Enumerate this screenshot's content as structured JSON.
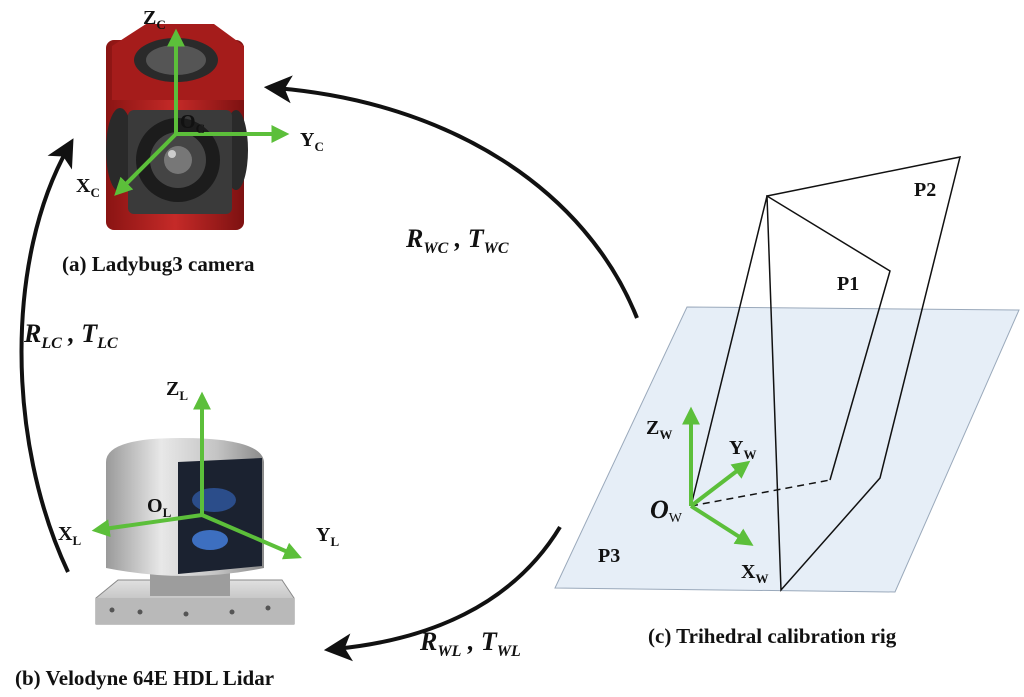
{
  "captions": {
    "camera": "(a) Ladybug3 camera",
    "lidar": "(b) Velodyne 64E HDL Lidar",
    "rig": "(c) Trihedral calibration rig"
  },
  "camera_frame": {
    "z": "Z",
    "z_sub": "C",
    "y": "Y",
    "y_sub": "C",
    "x": "X",
    "x_sub": "C",
    "o": "O",
    "o_sub": "C"
  },
  "lidar_frame": {
    "z": "Z",
    "z_sub": "L",
    "y": "Y",
    "y_sub": "L",
    "x": "X",
    "x_sub": "L",
    "o": "O",
    "o_sub": "L"
  },
  "world_frame": {
    "z": "Z",
    "z_sub": "W",
    "y": "Y",
    "y_sub": "W",
    "x": "X",
    "x_sub": "W",
    "o": "O",
    "o_sub": "W"
  },
  "planes": {
    "p1": "P1",
    "p2": "P2",
    "p3": "P3"
  },
  "transforms": {
    "wc": {
      "r": "R",
      "r_sub": "WC",
      "sep": " , ",
      "t": "T",
      "t_sub": "WC"
    },
    "lc": {
      "r": "R",
      "r_sub": "LC",
      "sep": " , ",
      "t": "T",
      "t_sub": "LC"
    },
    "wl": {
      "r": "R",
      "r_sub": "WL",
      "sep": " , ",
      "t": "T",
      "t_sub": "WL"
    }
  },
  "colors": {
    "axis": "#5cbf3a",
    "camera_body": "#b5201f",
    "plane_fill": "#e6eef7",
    "arrow": "#111111"
  }
}
